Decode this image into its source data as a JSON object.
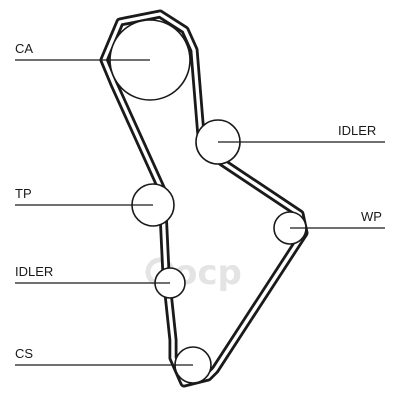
{
  "labels": {
    "ca": "CA",
    "idler_top": "IDLER",
    "tp": "TP",
    "wp": "WP",
    "idler_bottom": "IDLER",
    "cs": "CS"
  },
  "watermark": {
    "text": "ocp"
  },
  "colors": {
    "ink": "#1a1a1a",
    "background": "#ffffff",
    "watermark": "#e4e4e4"
  }
}
